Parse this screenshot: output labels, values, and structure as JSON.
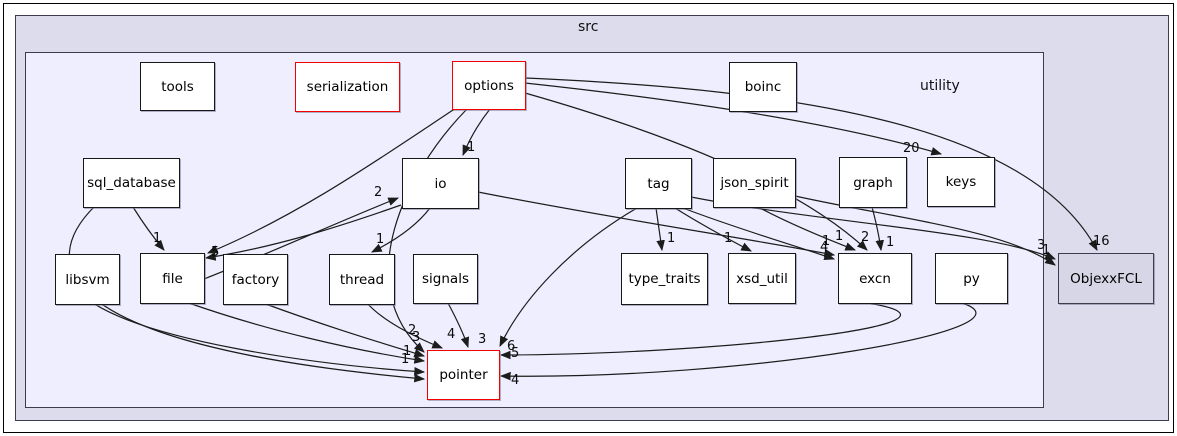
{
  "clusters": {
    "outer": "src",
    "inner": "utility"
  },
  "nodes": {
    "tools": "tools",
    "serialization": "serialization",
    "options": "options",
    "boinc": "boinc",
    "sql_database": "sql_database",
    "io": "io",
    "tag": "tag",
    "json_spirit": "json_spirit",
    "graph": "graph",
    "keys": "keys",
    "libsvm": "libsvm",
    "file": "file",
    "factory": "factory",
    "thread": "thread",
    "signals": "signals",
    "type_traits": "type_traits",
    "xsd_util": "xsd_util",
    "excn": "excn",
    "py": "py",
    "objexxfcl": "ObjexxFCL",
    "pointer": "pointer"
  },
  "node_styles": {
    "red_outline": [
      "serialization",
      "options",
      "pointer"
    ],
    "external_gray": [
      "ObjexxFCL"
    ]
  },
  "colors": {
    "outer_cluster_fill": "#dcdcec",
    "inner_cluster_fill": "#eeeeff",
    "cluster_border": "#3c3c50",
    "node_fill": "#ffffff",
    "node_border": "#171717",
    "red_border": "#f30000",
    "external_fill": "#d6d6e6",
    "edge": "#1c1c1c"
  },
  "edges": [
    {
      "f": "options",
      "t": "io",
      "c": "1"
    },
    {
      "f": "file",
      "t": "io",
      "c": "2"
    },
    {
      "f": "io",
      "t": "file",
      "c": "5"
    },
    {
      "f": "sql_database",
      "t": "file",
      "c": "1"
    },
    {
      "f": "io",
      "t": "thread",
      "c": "1"
    },
    {
      "f": "options",
      "t": "keys",
      "c": "20"
    },
    {
      "f": "options",
      "t": "ObjexxFCL",
      "c": "16"
    },
    {
      "f": "options",
      "t": "excn",
      "c": "2"
    },
    {
      "f": "io",
      "t": "excn",
      "c": "4"
    },
    {
      "f": "tag",
      "t": "excn",
      "c": "1"
    },
    {
      "f": "json_spirit",
      "t": "excn",
      "c": "1"
    },
    {
      "f": "graph",
      "t": "excn",
      "c": "1"
    },
    {
      "f": "tag",
      "t": "type_traits",
      "c": "1"
    },
    {
      "f": "tag",
      "t": "xsd_util",
      "c": "1"
    },
    {
      "f": "tag",
      "t": "ObjexxFCL",
      "c": "3"
    },
    {
      "f": "json_spirit",
      "t": "ObjexxFCL",
      "c": "1"
    },
    {
      "f": "thread",
      "t": "pointer",
      "c": "4"
    },
    {
      "f": "signals",
      "t": "pointer",
      "c": "3"
    },
    {
      "f": "file",
      "t": "pointer",
      "c": "3"
    },
    {
      "f": "factory",
      "t": "pointer",
      "c": "2"
    },
    {
      "f": "libsvm",
      "t": "pointer",
      "c": "1"
    },
    {
      "f": "sql_database",
      "t": "pointer",
      "c": "1"
    },
    {
      "f": "tag",
      "t": "pointer",
      "c": "6"
    },
    {
      "f": "excn",
      "t": "pointer",
      "c": "5"
    },
    {
      "f": "py",
      "t": "pointer",
      "c": "4"
    },
    {
      "f": "options",
      "t": "file",
      "c": ""
    },
    {
      "f": "options",
      "t": "pointer",
      "c": ""
    }
  ]
}
